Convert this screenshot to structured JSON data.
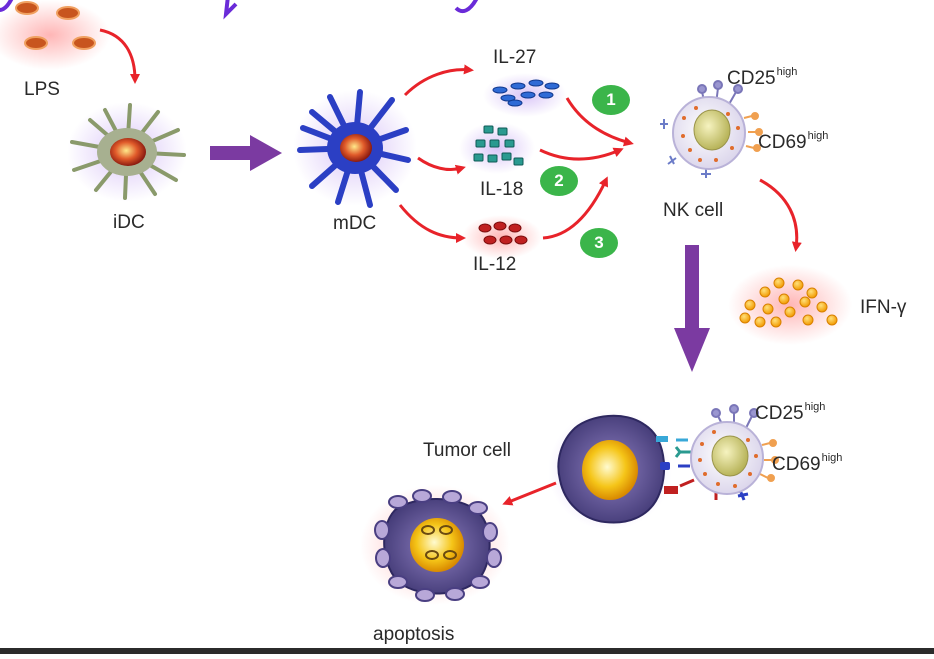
{
  "labels": {
    "lps": "LPS",
    "idc": "iDC",
    "mdc": "mDC",
    "il27": "IL-27",
    "il18": "IL-18",
    "il12": "IL-12",
    "nk_cell": "NK cell",
    "ifn_gamma": "IFN-γ",
    "tumor_cell": "Tumor cell",
    "apoptosis": "apoptosis",
    "cd25": "CD25",
    "cd69": "CD69",
    "marker_suffix": "high"
  },
  "steps": [
    "1",
    "2",
    "3"
  ],
  "colors": {
    "red_arrow": "#e8232a",
    "purple_arrow": "#7b3aa1",
    "step_badge": "#3bb54a",
    "mdc_blue": "#2b3fc4",
    "idc_green": "#8a9a6b",
    "title_purple": "#6a2bd8",
    "tumor_purple": "#6f5a9a",
    "nucleus_yellow": "#f5c518"
  }
}
